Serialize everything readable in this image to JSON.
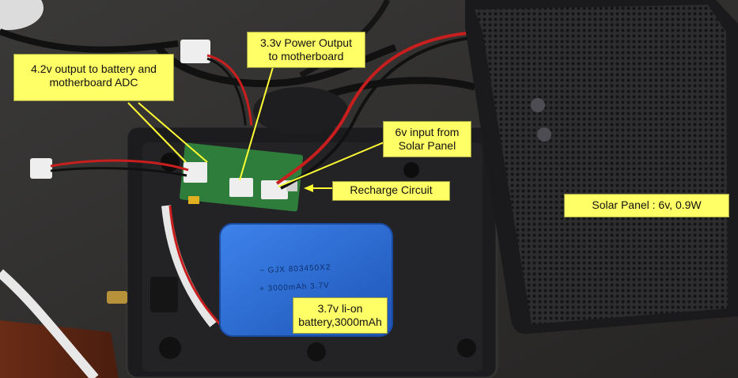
{
  "callouts": {
    "battery_output": "4.2v output to battery and\nmotherboard ADC",
    "power_output": "3.3v Power Output\nto motherboard",
    "solar_input": "6v input from\nSolar Panel",
    "recharge": "Recharge Circuit",
    "solar_panel": "Solar Panel : 6v, 0.9W",
    "battery": "3.7v li-on\nbattery,3000mAh"
  },
  "battery_print": {
    "line1": "~ GJX 803450X2",
    "line2": "+ 3000mAh 3.7V"
  },
  "colors": {
    "callout_fill": "#ffff66",
    "leader_line": "#ffff33",
    "battery_blue": "#2f6fd6",
    "enclosure": "#1c1c1e",
    "panel": "#2b2b2e",
    "pcb": "#2f7d3a"
  }
}
